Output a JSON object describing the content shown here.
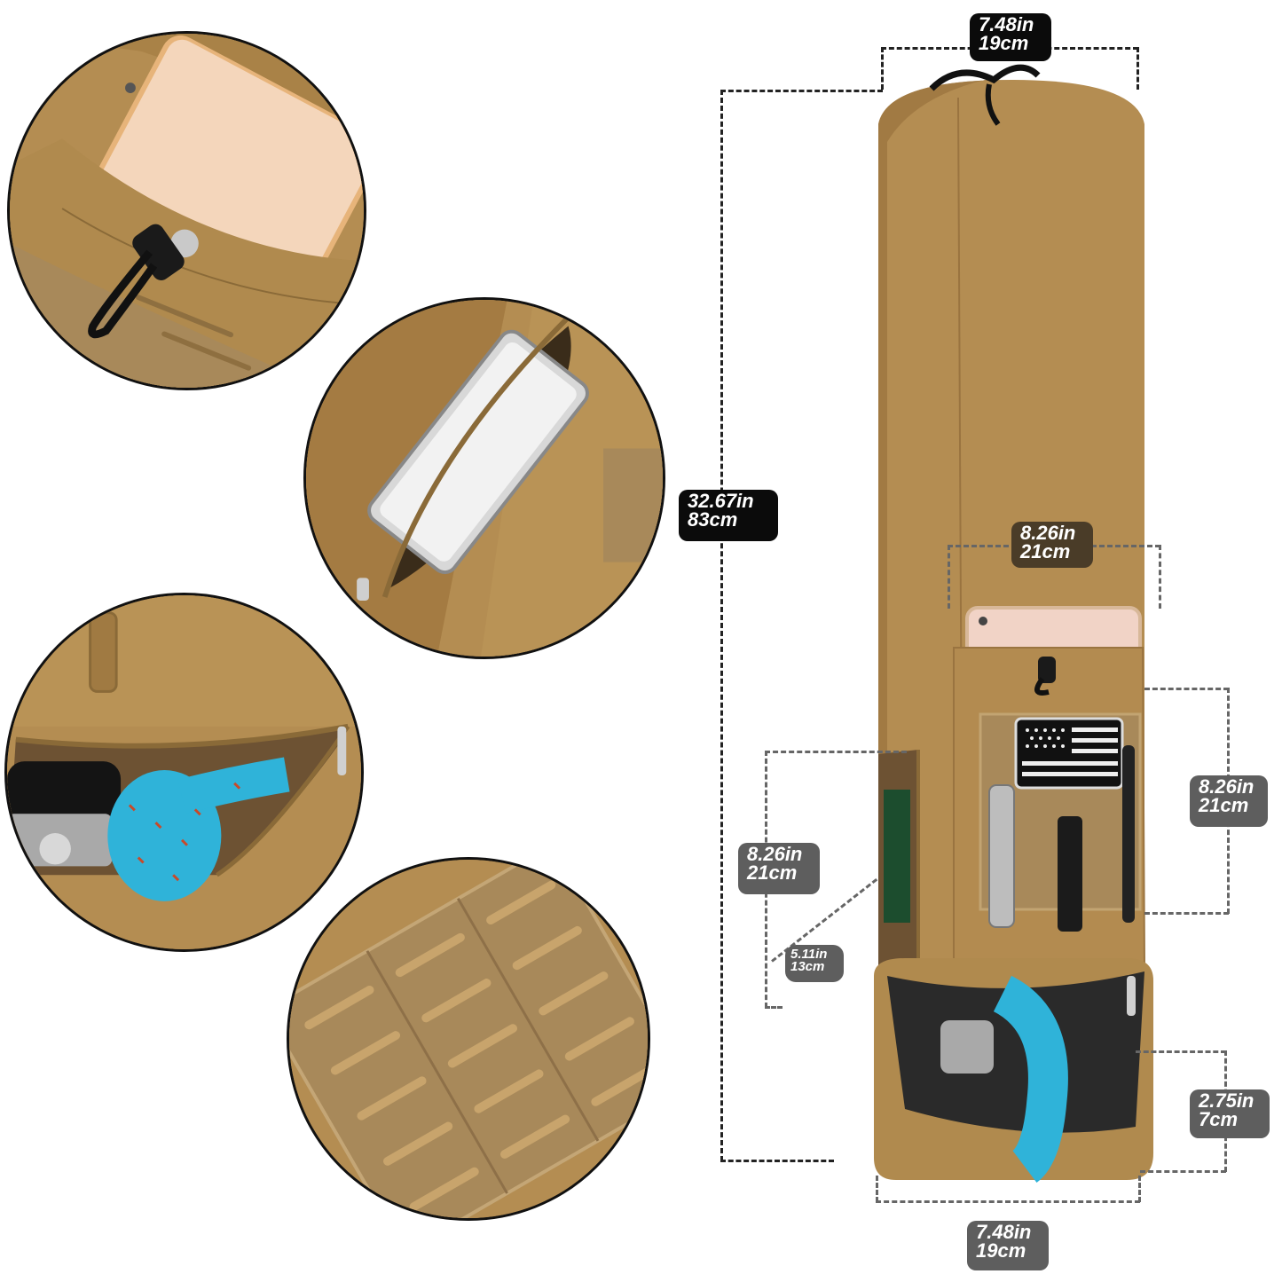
{
  "product": {
    "name": "tan drawstring tactical carry bag with front pockets and bottom zip compartment",
    "colors": {
      "bag_tan": "#b48d52",
      "bag_shadow": "#9c7640",
      "velcro_panel": "#a8895a",
      "label_black": "#0b0b0b",
      "label_brown": "#4a3c28",
      "label_gray": "#5e5e5e",
      "rope_blue": "#2fb3d9",
      "tablet_gold": "#f3d3b3"
    }
  },
  "detail_circles": [
    {
      "id": "top-pocket",
      "description": "tablet in front pocket with drawstring cord lock"
    },
    {
      "id": "side-zip-pocket",
      "description": "phone inside side zipper pocket"
    },
    {
      "id": "bottom-compartment",
      "description": "blue rope and multitool in bottom zip compartment"
    },
    {
      "id": "velcro-panel",
      "description": "laser-cut molle velcro panel"
    }
  ],
  "dimensions": {
    "top_width": {
      "in": "7.48in",
      "cm": "19cm"
    },
    "total_height": {
      "in": "32.67in",
      "cm": "83cm"
    },
    "front_pocket_width": {
      "in": "8.26in",
      "cm": "21cm"
    },
    "front_pocket_height": {
      "in": "8.26in",
      "cm": "21cm"
    },
    "side_pocket_height": {
      "in": "8.26in",
      "cm": "21cm"
    },
    "side_pocket_depth": {
      "in": "5.11in",
      "cm": "13cm"
    },
    "bottom_compartment_height": {
      "in": "2.75in",
      "cm": "7cm"
    },
    "bottom_width": {
      "in": "7.48in",
      "cm": "19cm"
    }
  }
}
